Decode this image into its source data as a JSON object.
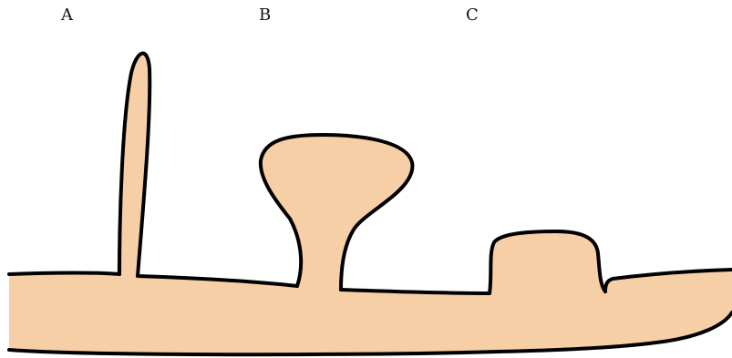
{
  "labels": {
    "a": "A",
    "b": "B",
    "c": "C"
  },
  "colors": {
    "fill": "#f7cfa6",
    "outline": "#000000",
    "background": "#ffffff"
  }
}
